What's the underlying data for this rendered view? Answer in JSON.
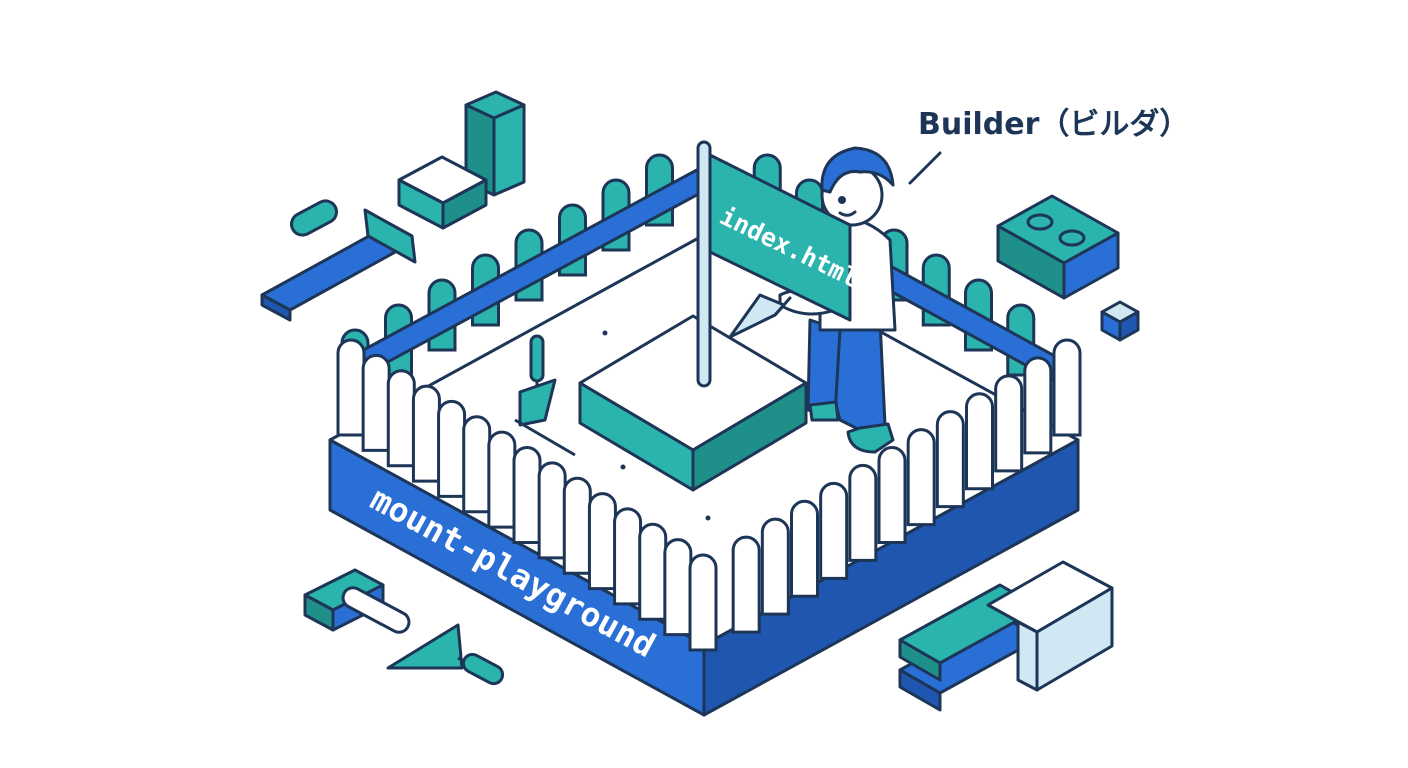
{
  "labels": {
    "builder": "Builder（ビルダ）",
    "flag": "index.html",
    "enclosure": "mount-playground"
  },
  "colors": {
    "outline": "#1d3557",
    "teal": "#2bb3ad",
    "teal_dark": "#1f8f8a",
    "blue": "#2a6fd6",
    "blue_dark": "#1f57b0",
    "sand": "#ffffff",
    "skin": "#ffffff",
    "light_blue": "#cfe8f3"
  },
  "icons": [
    "hammer-icon",
    "trowel-icon",
    "brick-icon",
    "block-icon",
    "stacked-blocks-icon",
    "pickets-fence",
    "flag-icon",
    "builder-figure"
  ]
}
